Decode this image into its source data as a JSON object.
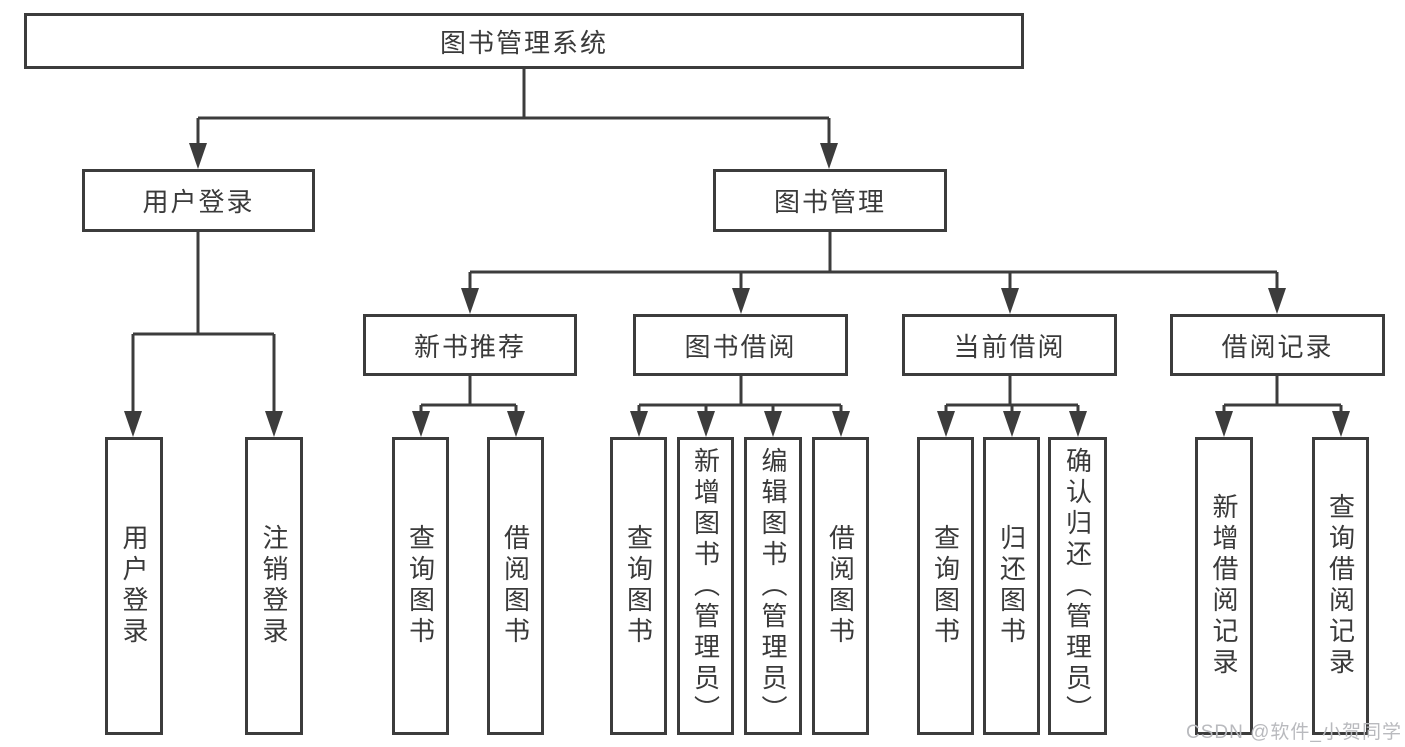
{
  "tree": {
    "label": "图书管理系统",
    "children": [
      {
        "label": "用户登录",
        "children": [
          {
            "label": "用户登录"
          },
          {
            "label": "注销登录"
          }
        ]
      },
      {
        "label": "图书管理",
        "children": [
          {
            "label": "新书推荐",
            "children": [
              {
                "label": "查询图书"
              },
              {
                "label": "借阅图书"
              }
            ]
          },
          {
            "label": "图书借阅",
            "children": [
              {
                "label": "查询图书"
              },
              {
                "label": "新增图书（管理员）"
              },
              {
                "label": "编辑图书（管理员）"
              },
              {
                "label": "借阅图书"
              }
            ]
          },
          {
            "label": "当前借阅",
            "children": [
              {
                "label": "查询图书"
              },
              {
                "label": "归还图书"
              },
              {
                "label": "确认归还（管理员）"
              }
            ]
          },
          {
            "label": "借阅记录",
            "children": [
              {
                "label": "新增借阅记录"
              },
              {
                "label": "查询借阅记录"
              }
            ]
          }
        ]
      }
    ]
  },
  "watermark": {
    "text": "CSDN @软件_小贺同学"
  },
  "colors": {
    "line": "#3c3c3c",
    "text": "#3a3a3a",
    "watermark": "#b9babe",
    "background": "#ffffff"
  }
}
